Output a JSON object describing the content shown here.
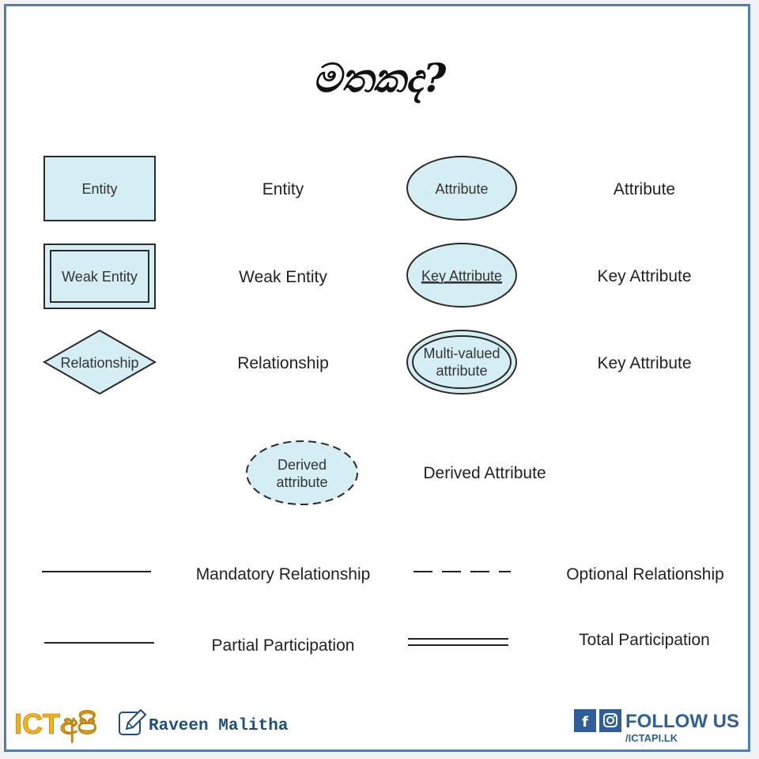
{
  "title": "මතකද?",
  "symbols": {
    "entity": {
      "shape_text": "Entity",
      "label": "Entity"
    },
    "attribute": {
      "shape_text": "Attribute",
      "label": "Attribute"
    },
    "weak_entity": {
      "shape_text": "Weak Entity",
      "label": "Weak Entity"
    },
    "key_attribute": {
      "shape_text": "Key Attribute",
      "label": "Key Attribute"
    },
    "relationship": {
      "shape_text": "Relationship",
      "label": "Relationship"
    },
    "multi_valued": {
      "shape_text_line1": "Multi-valued",
      "shape_text_line2": "attribute",
      "label": "Key Attribute"
    },
    "derived": {
      "shape_text_line1": "Derived",
      "shape_text_line2": "attribute",
      "label": "Derived Attribute"
    }
  },
  "lines": {
    "mandatory": {
      "label": "Mandatory Relationship"
    },
    "optional": {
      "label": "Optional Relationship"
    },
    "partial": {
      "label": "Partial Participation"
    },
    "total": {
      "label": "Total Participation"
    }
  },
  "footer": {
    "brand": "ICTඅපි",
    "author": "Raveen Malitha",
    "follow": "FOLLOW US",
    "handle": "/ICTAPI.LK",
    "icons": [
      "facebook-icon",
      "instagram-icon",
      "pencil-icon"
    ]
  },
  "colors": {
    "shape_fill": "#d4eef3",
    "frame_border": "#4f7fb0",
    "brand_yellow": "#f3b21a",
    "social_blue": "#2e5f9a"
  }
}
